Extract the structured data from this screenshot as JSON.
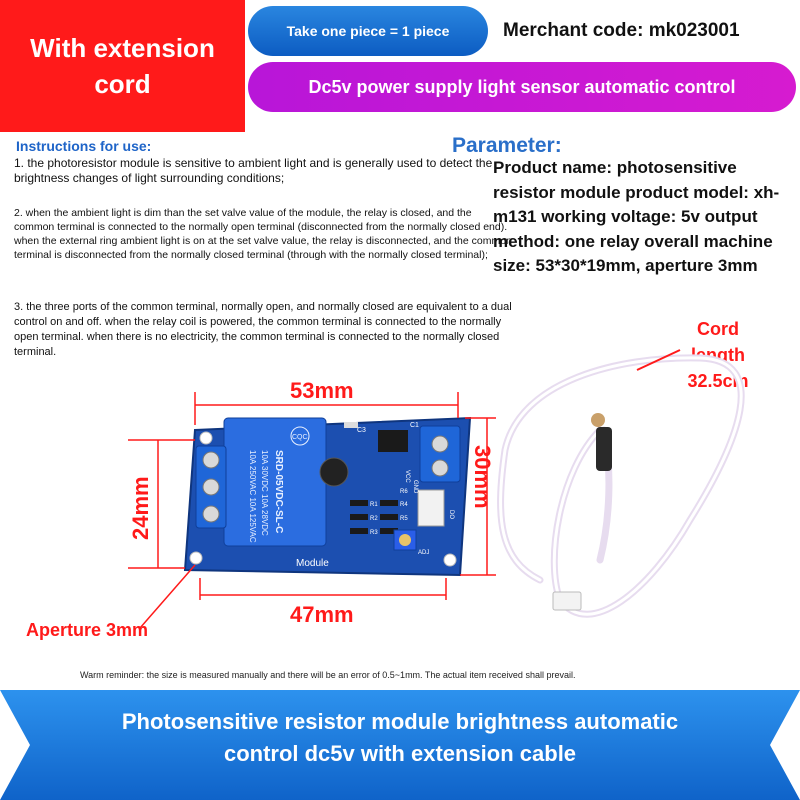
{
  "header": {
    "badge": "With extension cord",
    "quantity_pill": "Take one piece = 1 piece",
    "merchant_code": "Merchant code: mk023001",
    "power_pill": "Dc5v power supply light sensor automatic control"
  },
  "instructions": {
    "title": "Instructions for use:",
    "items": [
      "1. the photoresistor module is sensitive to ambient light and is generally used to detect the brightness changes of light surrounding conditions;",
      "2. when the ambient light is dim than the set valve value of the module, the relay is closed, and the common terminal is connected to the normally open terminal (disconnected from the normally closed end). when the external ring ambient light is on at the set valve value, the relay is disconnected, and the common terminal is disconnected from the normally closed terminal (through with the normally closed terminal);",
      "3. the three ports of the common terminal, normally open, and normally closed are equivalent to a dual control on and off. when the relay coil is powered, the common terminal is connected to the normally open terminal. when there is no electricity, the common terminal is connected to the normally closed terminal."
    ]
  },
  "parameters": {
    "title": "Parameter:",
    "text": "Product name: photosensitive resistor module product model: xh-m131 working voltage: 5v output method: one relay overall machine size: 53*30*19mm, aperture 3mm"
  },
  "cord": {
    "label_line1": "Cord",
    "label_line2": "length",
    "label_line3": "32.5cm"
  },
  "dimensions": {
    "width_top": "53mm",
    "width_bottom": "47mm",
    "height_left": "24mm",
    "height_right": "30mm",
    "aperture": "Aperture 3mm"
  },
  "board": {
    "relay_lines": [
      "10A 250VAC  10A 125VAC",
      "10A 30VDC  10A 28VDC",
      "SRD-05VDC-SL-C"
    ],
    "relay_brand": "CQC",
    "module_label": "Module",
    "labels": [
      "C3",
      "C1",
      "R1",
      "R2",
      "R3",
      "R4",
      "R5",
      "R6",
      "VCC",
      "GND",
      "DO",
      "ADJ"
    ]
  },
  "warm_reminder": "Warm reminder: the size is measured manually and there will be an error of 0.5~1mm. The actual item received shall prevail.",
  "footer": {
    "line1": "Photosensitive resistor module brightness automatic",
    "line2": "control dc5v with extension cable"
  },
  "colors": {
    "badge_red": "#ff1a1a",
    "pill_blue": "#1570d4",
    "pill_purple": "#c818d4",
    "footer_blue": "#1a7fe0",
    "board_blue": "#1c4fb0"
  }
}
